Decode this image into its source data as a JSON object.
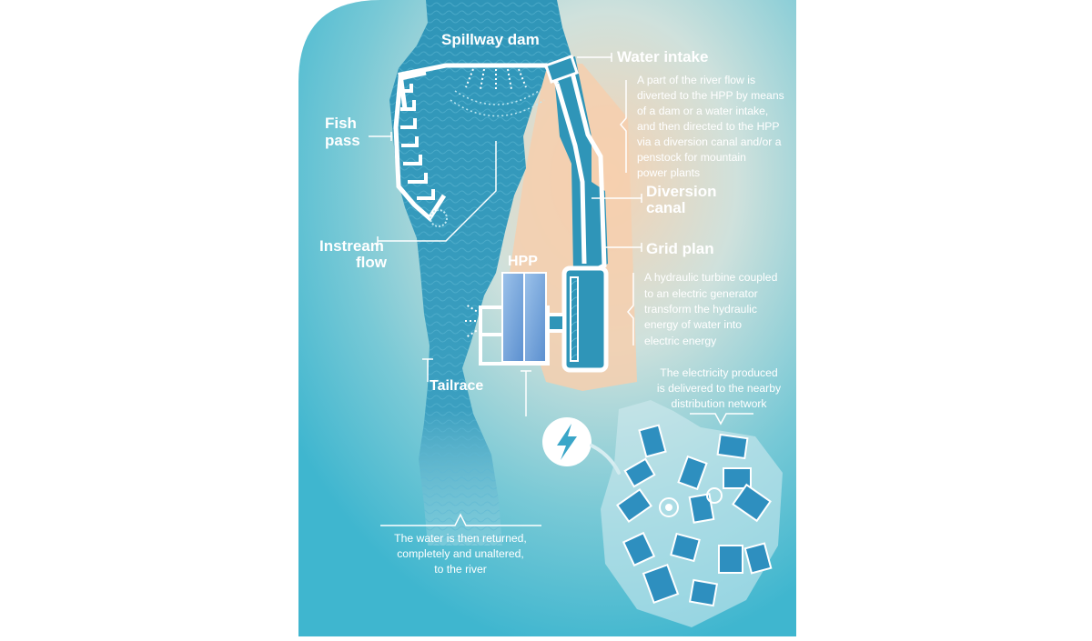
{
  "labels": {
    "spillway_dam": "Spillway dam",
    "water_intake": "Water intake",
    "fish_pass_1": "Fish",
    "fish_pass_2": "pass",
    "instream_flow_1": "Instream",
    "instream_flow_2": "flow",
    "diversion_canal_1": "Diversion",
    "diversion_canal_2": "canal",
    "grid_plan": "Grid plan",
    "hpp": "HPP",
    "tailrace": "Tailrace"
  },
  "descriptions": {
    "water_intake": [
      "A part of the river flow is",
      "diverted to the HPP by means",
      "of a dam or a water intake,",
      "and then directed to the HPP",
      "via a diversion canal and/or a",
      "penstock for mountain",
      "power plants"
    ],
    "turbine": [
      "A hydraulic turbine coupled",
      "to an electric generator",
      "transform the hydraulic",
      "energy of water into",
      "electric energy"
    ],
    "electricity": [
      "The electricity produced",
      "is delivered to the nearby",
      "distribution network"
    ],
    "return": [
      "The water is then returned,",
      "completely and unaltered,",
      "to the river"
    ]
  },
  "icons": {
    "power": "lightning-bolt-icon"
  },
  "colors": {
    "river": "#2f95b8",
    "background_teal": "#5fc3d4",
    "land_peach": "#f6cfae",
    "text": "#ffffff"
  }
}
